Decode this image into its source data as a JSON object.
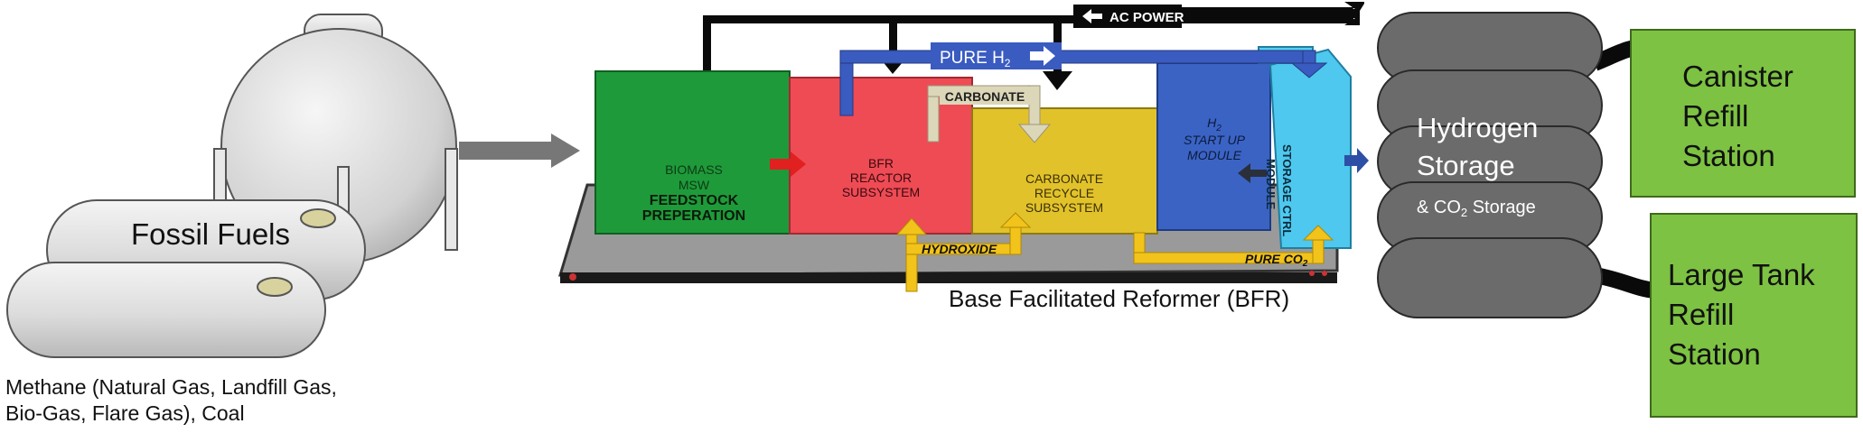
{
  "fossil": {
    "title": "Fossil Fuels",
    "caption_line1": "Methane (Natural Gas, Landfill Gas,",
    "caption_line2": "Bio-Gas, Flare Gas), Coal"
  },
  "bfr": {
    "caption": "Base Facilitated Reformer (BFR)",
    "ac_power": "AC POWER",
    "pure_h2": "PURE H",
    "pure_h2_sub": "2",
    "carbonate": "CARBONATE",
    "hydroxide": "HYDROXIDE",
    "pure_co2": "PURE CO",
    "pure_co2_sub": "2",
    "modules": {
      "feedstock": {
        "line1": "BIOMASS",
        "line2": "MSW",
        "line3": "FEEDSTOCK",
        "line4": "PREPERATION"
      },
      "reactor": {
        "line1": "BFR",
        "line2": "REACTOR",
        "line3": "SUBSYSTEM"
      },
      "recycle": {
        "line1": "CARBONATE",
        "line2": "RECYCLE",
        "line3": "SUBSYSTEM"
      },
      "startup": {
        "line1": "H",
        "line1_sub": "2",
        "line2": "START UP",
        "line3": "MODULE"
      },
      "storage_ctrl": {
        "line1": "STORAGE CTRL",
        "line2": "MODULE"
      }
    }
  },
  "storage": {
    "line1": "Hydrogen",
    "line2": "Storage",
    "line3_prefix": "& CO",
    "line3_sub": "2",
    "line3_suffix": " Storage"
  },
  "stations": {
    "canister": {
      "line1": "Canister",
      "line2": "Refill",
      "line3": "Station"
    },
    "large_tank": {
      "line1": "Large Tank",
      "line2": "Refill",
      "line3": "Station"
    }
  },
  "colors": {
    "feedstock": "#1f9a3a",
    "reactor": "#ee4b55",
    "recycle": "#e2c22a",
    "startup": "#3a63c4",
    "storage_ctrl": "#4ec8ee",
    "h2_pipe": "#3a5bc0",
    "co2_pipe": "#f2c31a",
    "power": "#0a0a0a",
    "station": "#7dc242",
    "storage_tank": "#6b6b6b"
  }
}
